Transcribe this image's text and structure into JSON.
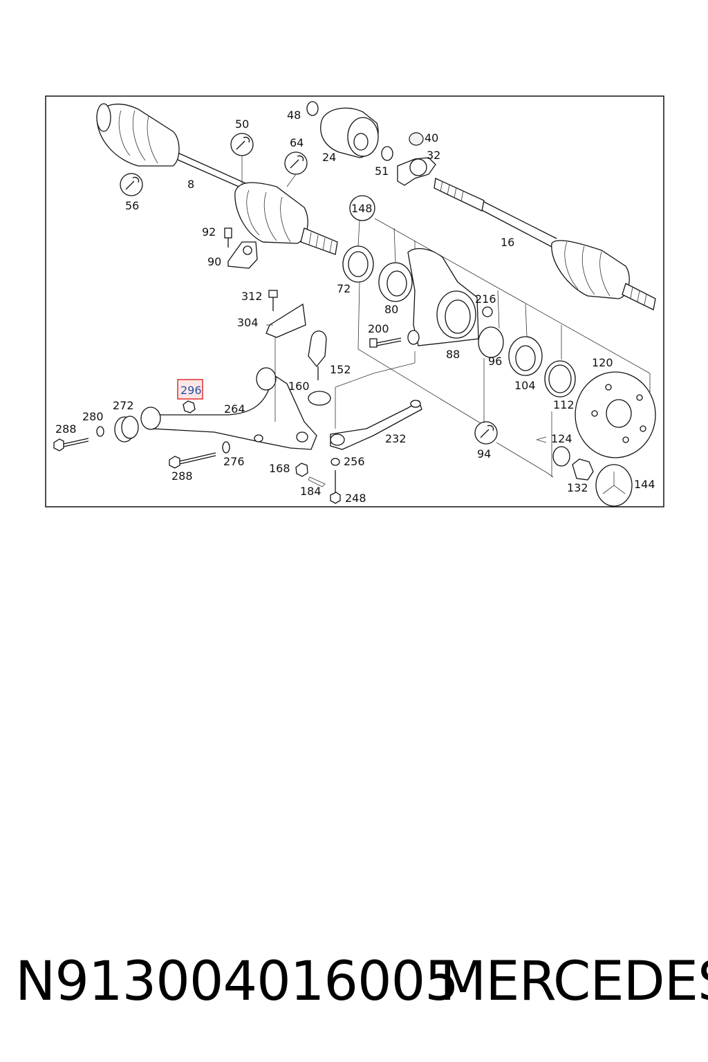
{
  "diagram": {
    "labels": [
      "8",
      "16",
      "24",
      "32",
      "40",
      "48",
      "50",
      "51",
      "56",
      "64",
      "72",
      "80",
      "88",
      "90",
      "92",
      "94",
      "96",
      "104",
      "112",
      "120",
      "124",
      "132",
      "144",
      "148",
      "152",
      "160",
      "168",
      "184",
      "200",
      "216",
      "232",
      "248",
      "256",
      "264",
      "272",
      "276",
      "280",
      "288",
      "288",
      "296",
      "304",
      "312"
    ],
    "highlighted_label": "296",
    "highlight_color": "#e23b3b"
  },
  "footer": {
    "part_number": "N913004016005",
    "brand": "MERCEDES"
  }
}
